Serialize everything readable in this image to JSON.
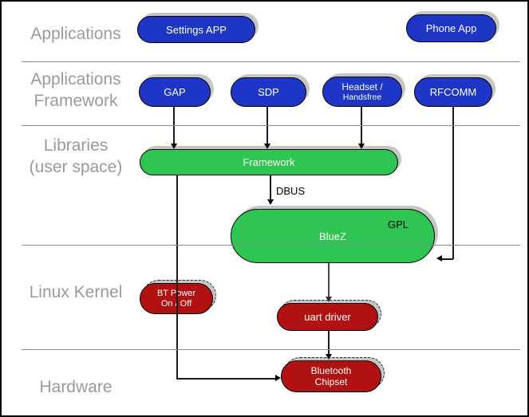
{
  "layers": [
    {
      "id": "applications",
      "lines": [
        "Applications"
      ]
    },
    {
      "id": "applications-framework",
      "lines": [
        "Applications",
        "Framework"
      ]
    },
    {
      "id": "libraries-user-space",
      "lines": [
        "Libraries",
        "(user space)"
      ]
    },
    {
      "id": "linux-kernel",
      "lines": [
        "Linux Kernel"
      ]
    },
    {
      "id": "hardware",
      "lines": [
        "Hardware"
      ]
    }
  ],
  "nodes": {
    "settings_app": {
      "label": "Settings APP"
    },
    "phone_app": {
      "label": "Phone App"
    },
    "gap": {
      "label": "GAP"
    },
    "sdp": {
      "label": "SDP"
    },
    "headset": {
      "line1": "Headset /",
      "line2": "Handsfree"
    },
    "rfcomm": {
      "label": "RFCOMM"
    },
    "framework": {
      "label": "Framework"
    },
    "bluez": {
      "label": "BlueZ",
      "badge": "GPL"
    },
    "bt_power": {
      "line1": "BT Power",
      "line2": "On / Off"
    },
    "uart_driver": {
      "label": "uart driver"
    },
    "bt_chipset": {
      "line1": "Bluetooth",
      "line2": "Chipset"
    }
  },
  "edges": {
    "dbus_label": "DBUS"
  },
  "colors": {
    "app_blue": "#1d36c5",
    "lib_green": "#2ec553",
    "kernel_red": "#b01212",
    "layer_label_gray": "#9a9a9a",
    "divider_gray": "#8c8c8c",
    "shadow_gray": "#c6c6c6"
  }
}
